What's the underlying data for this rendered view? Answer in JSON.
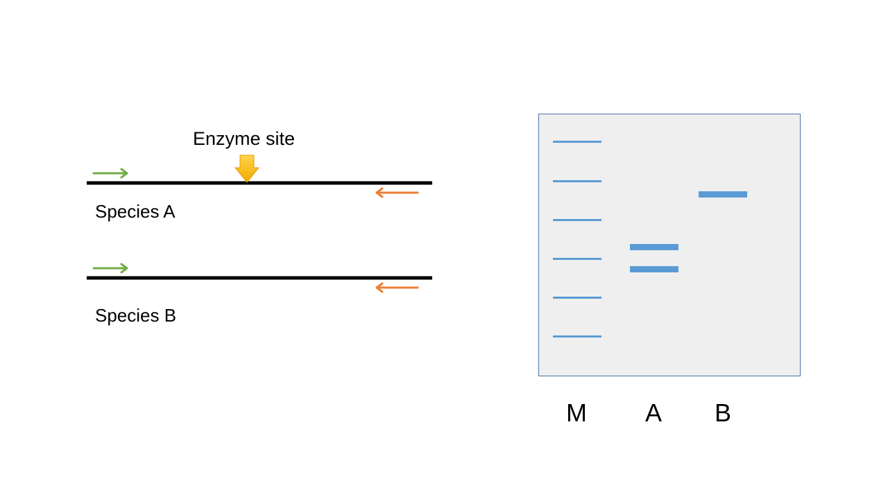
{
  "diagram": {
    "enzyme_label": "Enzyme site",
    "species": [
      {
        "label": "Species A",
        "has_enzyme_site": true
      },
      {
        "label": "Species B",
        "has_enzyme_site": false
      }
    ],
    "colors": {
      "forward_primer": "#70ad47",
      "reverse_primer": "#ed7d31",
      "dna_line": "#000000",
      "enzyme_arrow": "#ffc000",
      "gel_background": "#efefef",
      "gel_border": "#4a73a8",
      "band": "#5b9bd5"
    },
    "icons": {
      "forward_primer": "right-arrow-icon",
      "reverse_primer": "left-arrow-icon",
      "enzyme": "down-arrow-icon"
    }
  },
  "gel": {
    "lanes": [
      {
        "label": "M",
        "band_count": 6
      },
      {
        "label": "A",
        "band_count": 2
      },
      {
        "label": "B",
        "band_count": 1
      }
    ]
  }
}
